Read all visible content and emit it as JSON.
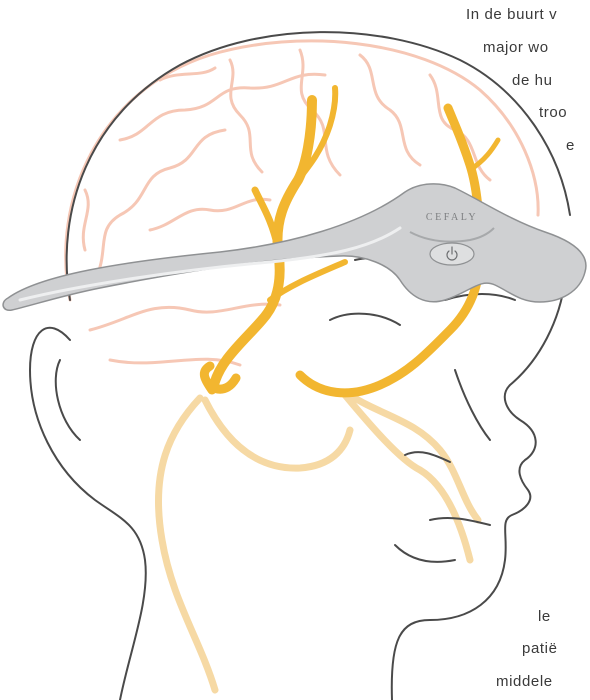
{
  "device": {
    "brand": "CEFALY",
    "power_icon": "power-icon"
  },
  "text_top": {
    "line1": "In de buurt v",
    "line2": "major wo",
    "line3": "de hu",
    "line4": "troo",
    "line5": "e"
  },
  "text_bottom": {
    "line1": "le",
    "line2": "patië",
    "line3": "middele"
  },
  "colors": {
    "nerve_primary": "#f2b630",
    "nerve_faded": "#f6d9a4",
    "brain": "#f6c7b5",
    "outline": "#4a4a4a",
    "device_body": "#cfd0d2",
    "device_edge": "#8f9193"
  }
}
